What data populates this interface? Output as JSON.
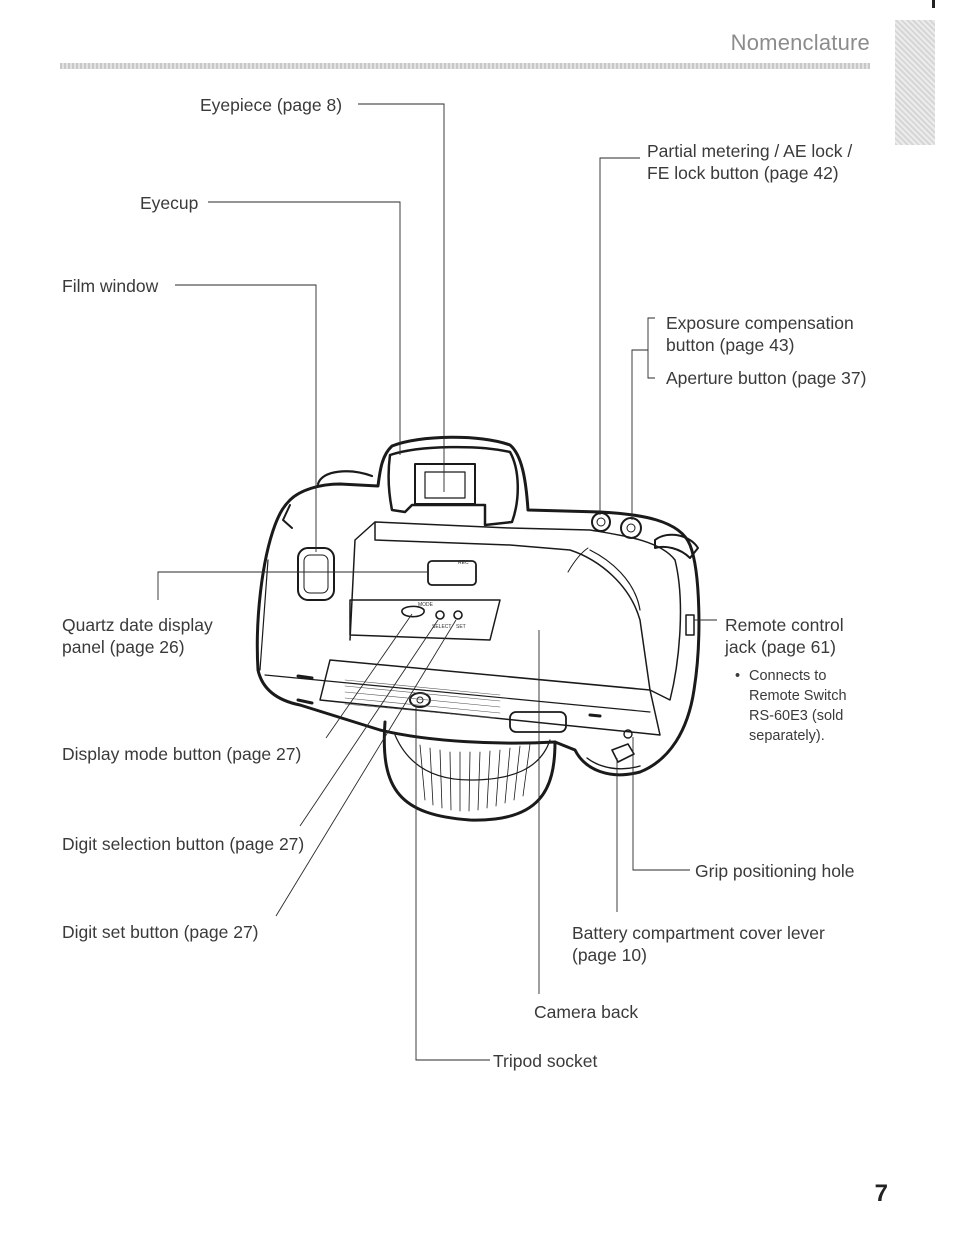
{
  "header": {
    "title": "Nomenclature"
  },
  "labels": {
    "eyepiece": "Eyepiece (page 8)",
    "eyecup": "Eyecup",
    "film_window": "Film window",
    "partial_metering_1": "Partial metering / AE lock /",
    "partial_metering_2": "FE lock button (page 42)",
    "exposure_comp_1": "Exposure compensation",
    "exposure_comp_2": "button (page 43)",
    "aperture": "Aperture button (page 37)",
    "quartz_1": "Quartz date display",
    "quartz_2": "panel (page 26)",
    "remote_1": "Remote control",
    "remote_2": "jack (page 61)",
    "remote_note_bullet": "•",
    "remote_note_1": "Connects to",
    "remote_note_2": "Remote Switch",
    "remote_note_3": "RS-60E3 (sold",
    "remote_note_4": "separately).",
    "display_mode": "Display mode button (page 27)",
    "digit_selection": "Digit selection button (page 27)",
    "grip_hole": "Grip positioning hole",
    "digit_set": "Digit set button (page 27)",
    "battery_1": "Battery compartment cover lever",
    "battery_2": "(page 10)",
    "camera_back": "Camera back",
    "tripod": "Tripod socket"
  },
  "camera_panel": {
    "rec_label": "REC",
    "mode_label": "MODE",
    "select_label": "SELECT",
    "set_label": "SET"
  },
  "footer": {
    "page_number": "7"
  }
}
